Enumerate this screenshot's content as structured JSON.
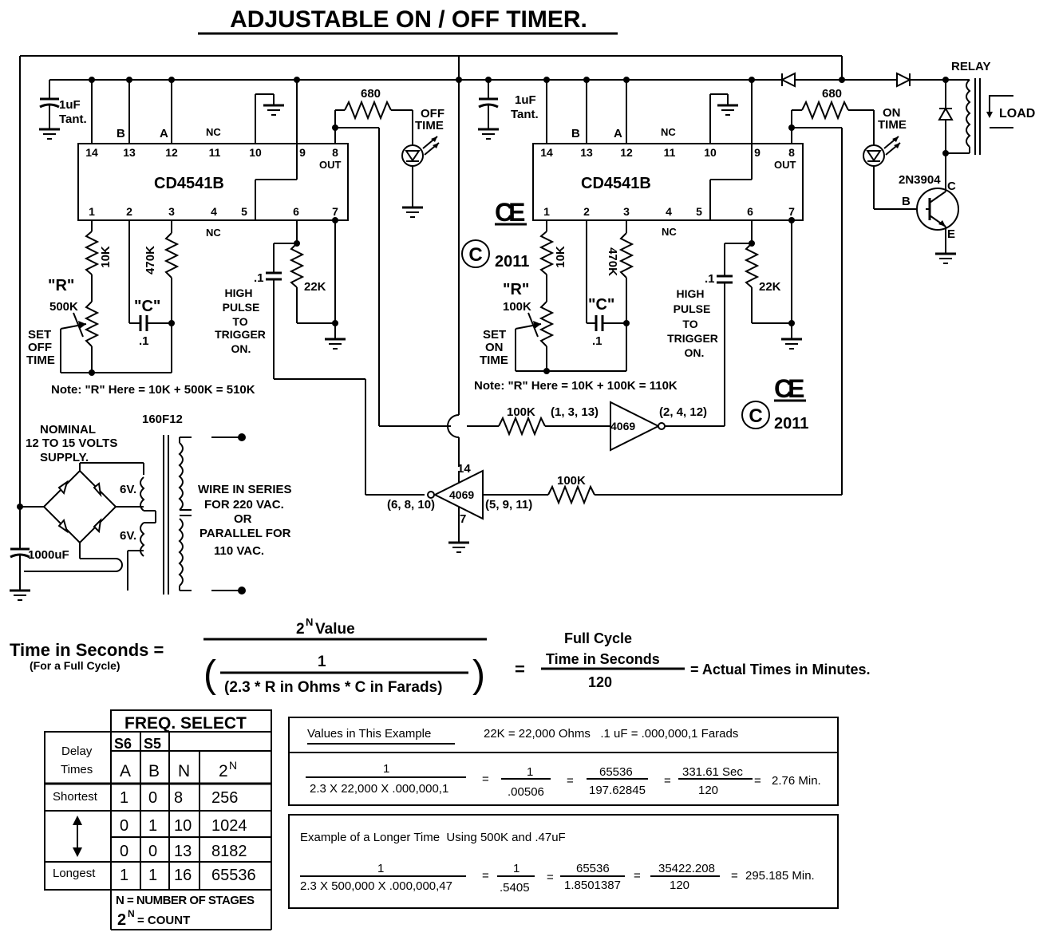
{
  "title": "ADJUSTABLE ON / OFF TIMER.",
  "left_timer": {
    "chip": "CD4541B",
    "pins_top": [
      "14",
      "13",
      "12",
      "11",
      "10",
      "9",
      "8"
    ],
    "pins_bottom": [
      "1",
      "2",
      "3",
      "4",
      "5",
      "6",
      "7"
    ],
    "cap_label": "1uF",
    "cap_sub": "Tant.",
    "label_b": "B",
    "label_a": "A",
    "label_nc_top": "NC",
    "label_nc_bottom": "NC",
    "out": "OUT",
    "res_led": "680",
    "led_label_1": "OFF",
    "led_label_2": "TIME",
    "r10k": "10K",
    "r470k": "470K",
    "r_name": "\"R\"",
    "r_value": "500K",
    "c_name": "\"C\"",
    "c_value": ".1",
    "set_1": "SET",
    "set_2": "OFF",
    "set_3": "TIME",
    "pulse_cap": ".1",
    "r22k": "22K",
    "pulse_1": "HIGH",
    "pulse_2": "PULSE",
    "pulse_3": "TO",
    "pulse_4": "TRIGGER",
    "pulse_5": "ON.",
    "note": "Note: \"R\" Here = 10K + 500K = 510K"
  },
  "right_timer": {
    "chip": "CD4541B",
    "pins_top": [
      "14",
      "13",
      "12",
      "11",
      "10",
      "9",
      "8"
    ],
    "pins_bottom": [
      "1",
      "2",
      "3",
      "4",
      "5",
      "6",
      "7"
    ],
    "cap_label": "1uF",
    "cap_sub": "Tant.",
    "label_b": "B",
    "label_a": "A",
    "label_nc_top": "NC",
    "label_nc_bottom": "NC",
    "out": "OUT",
    "res_led": "680",
    "led_label_1": "ON",
    "led_label_2": "TIME",
    "r10k": "10K",
    "r470k": "470K",
    "r_name": "\"R\"",
    "r_value": "100K",
    "c_name": "\"C\"",
    "c_value": ".1",
    "set_1": "SET",
    "set_2": "ON",
    "set_3": "TIME",
    "pulse_cap": ".1",
    "r22k": "22K",
    "pulse_1": "HIGH",
    "pulse_2": "PULSE",
    "pulse_3": "TO",
    "pulse_4": "TRIGGER",
    "pulse_5": "ON.",
    "note": "Note: \"R\" Here = 10K + 100K = 110K"
  },
  "ce_mark": "CE",
  "copyright_symbol": "C",
  "year": "2011",
  "relay": {
    "label": "RELAY",
    "load": "LOAD",
    "transistor": "2N3904",
    "b": "B",
    "c": "C",
    "e": "E"
  },
  "inverter_top": {
    "name": "4069",
    "res": "100K",
    "pins_in": "(1, 3, 13)",
    "pins_out": "(2, 4, 12)"
  },
  "inverter_bottom": {
    "name": "4069",
    "res": "100K",
    "pins_in": "(5, 9, 11)",
    "pins_out": "(6, 8, 10)",
    "pin_vdd": "14",
    "pin_gnd": "7"
  },
  "supply": {
    "line1": "NOMINAL",
    "line2": "12 TO 15 VOLTS",
    "line3": "SUPPLY.",
    "transformer": "160F12",
    "sec_top": "6V.",
    "sec_bot": "6V.",
    "cap": "1000uF",
    "wire_1": "WIRE IN SERIES",
    "wire_2": "FOR 220 VAC.",
    "wire_3": "OR",
    "wire_4": "PARALLEL FOR",
    "wire_5": "110 VAC."
  },
  "formula": {
    "lhs": "Time in Seconds =",
    "lhs_sub": "(For a Full Cycle)",
    "num_base": "2",
    "num_exp": "N",
    "num_rest": " Value",
    "inner_num": "1",
    "inner_den": "(2.3 * R in Ohms * C in Farads)",
    "eq": "=",
    "fc_1": "Full Cycle",
    "fc_2": "Time in Seconds",
    "fc_den": "120",
    "result": "= Actual Times in Minutes."
  },
  "freq_table": {
    "title": "FREQ. SELECT",
    "delay_1": "Delay",
    "delay_2": "Times",
    "s6": "S6",
    "s5": "S5",
    "col_a": "A",
    "col_b": "B",
    "col_n": "N",
    "col_2n_base": "2",
    "col_2n_exp": "N",
    "rows": [
      {
        "label": "Shortest",
        "a": "1",
        "b": "0",
        "n": "8",
        "v": "256"
      },
      {
        "label": "",
        "a": "0",
        "b": "1",
        "n": "10",
        "v": "1024"
      },
      {
        "label": "",
        "a": "0",
        "b": "0",
        "n": "13",
        "v": "8182"
      },
      {
        "label": "Longest",
        "a": "1",
        "b": "1",
        "n": "16",
        "v": "65536"
      }
    ],
    "footer_1": "N = NUMBER OF STAGES",
    "footer_2_base": "2",
    "footer_2_exp": "N",
    "footer_2_rest": "  = COUNT"
  },
  "example1": {
    "title": "Values in This Example",
    "values": "22K = 22,000 Ohms   .1 uF = .000,000,1 Farads",
    "f1_num": "1",
    "f1_den": "2.3 X 22,000 X .000,000,1",
    "f2_num": "1",
    "f2_den": ".00506",
    "f3_num": "65536",
    "f3_den": "197.62845",
    "f4_num": "331.61 Sec",
    "f4_den": "120",
    "result": "2.76 Min."
  },
  "example2": {
    "title": "Example of a Longer Time  Using 500K and .47uF",
    "f1_num": "1",
    "f1_den": "2.3 X 500,000 X .000,000,47",
    "f2_num": "1",
    "f2_den": ".5405",
    "f3_num": "65536",
    "f3_den": "1.8501387",
    "f4_num": "35422.208",
    "f4_den": "120",
    "result": "295.185 Min."
  }
}
